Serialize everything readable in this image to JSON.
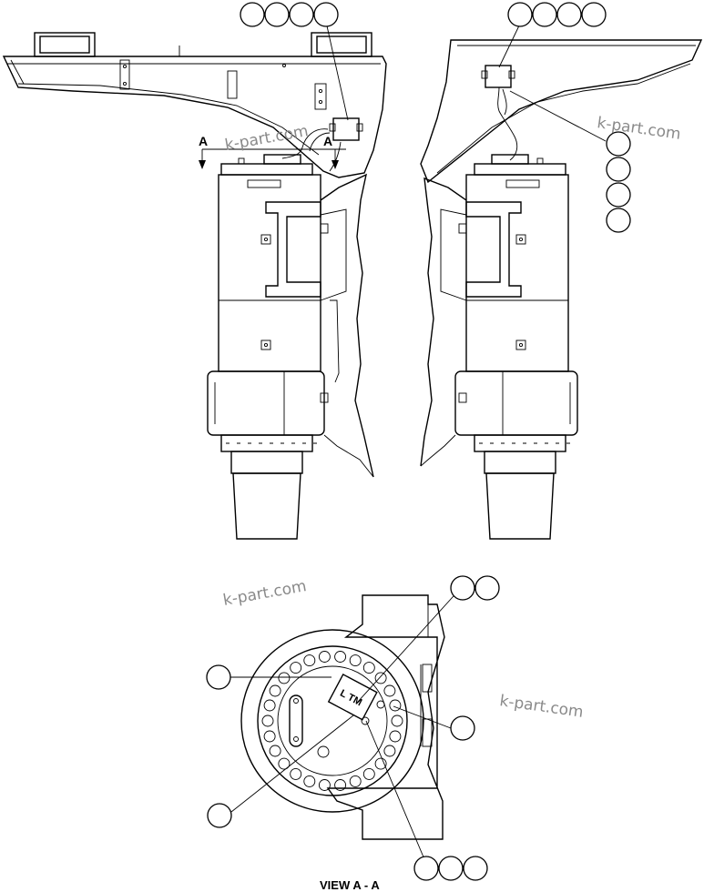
{
  "watermark": {
    "text": "k-part.com",
    "color": "#8a8a8a"
  },
  "section_marks": {
    "left": "A",
    "right": "A"
  },
  "view_caption": "VIEW A - A",
  "bracket_label": "L TM",
  "colors": {
    "line": "#000000",
    "background": "#ffffff"
  }
}
